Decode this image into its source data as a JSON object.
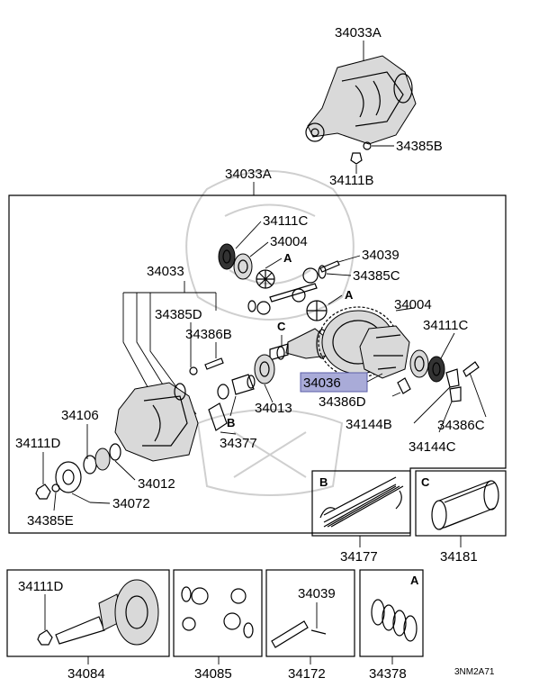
{
  "labels": {
    "top_assembly": "34033A",
    "top_nut": "34385B",
    "top_bolt": "34111B",
    "main_assembly": "34033A",
    "p34111C_a": "34111C",
    "p34004_a": "34004",
    "p34039": "34039",
    "p34385C": "34385C",
    "p34033": "34033",
    "p34385D": "34385D",
    "p34386B": "34386B",
    "p34004_b": "34004",
    "p34111C_b": "34111C",
    "p34036": "34036",
    "p34386D": "34386D",
    "p34013": "34013",
    "p34377": "34377",
    "p34106": "34106",
    "p34111D_a": "34111D",
    "p34012": "34012",
    "p34072": "34072",
    "p34385E": "34385E",
    "p34144B": "34144B",
    "p34386C": "34386C",
    "p34144C": "34144C",
    "p34177": "34177",
    "p34181": "34181",
    "p34111D_b": "34111D",
    "p34039_b": "34039",
    "p34084": "34084",
    "p34085": "34085",
    "p34172": "34172",
    "p34378": "34378",
    "ref_A1": "A",
    "ref_A2": "A",
    "ref_B": "B",
    "ref_C": "C",
    "box_B": "B",
    "box_C": "C",
    "box_A": "A",
    "drawing_code": "3NM2A71"
  },
  "colors": {
    "highlight_fill": "#a9abd8",
    "highlight_stroke": "#5a5ea8",
    "line": "#000000"
  },
  "highlighted_part": "34036"
}
